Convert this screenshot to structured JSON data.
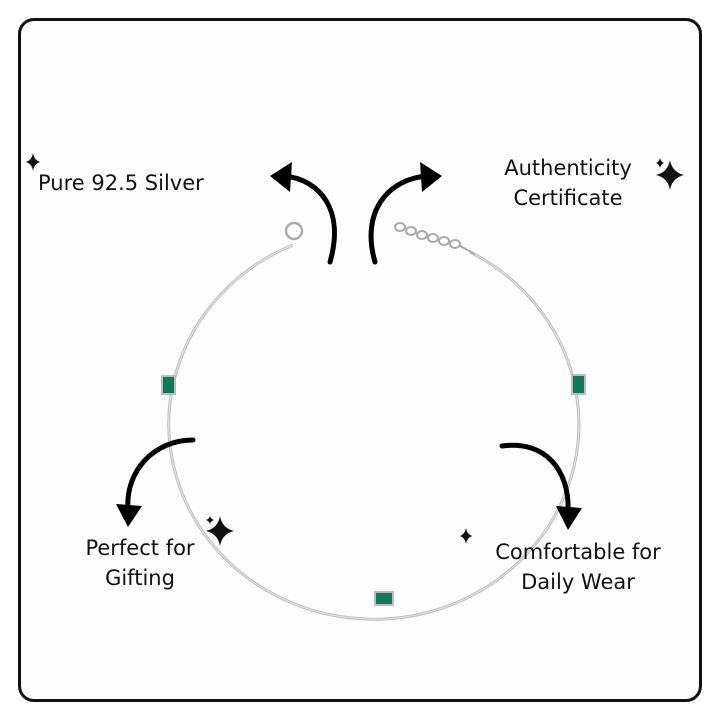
{
  "features": [
    {
      "line1": "Pure 92.5 Silver",
      "line2": ""
    },
    {
      "line1": "Authenticity",
      "line2": "Certificate"
    },
    {
      "line1": "Perfect for",
      "line2": "Gifting"
    },
    {
      "line1": "Comfortable for",
      "line2": "Daily Wear"
    }
  ],
  "colors": {
    "frame": "#111111",
    "gem": "#0f7a5a",
    "chain": "#c8c8c8"
  }
}
